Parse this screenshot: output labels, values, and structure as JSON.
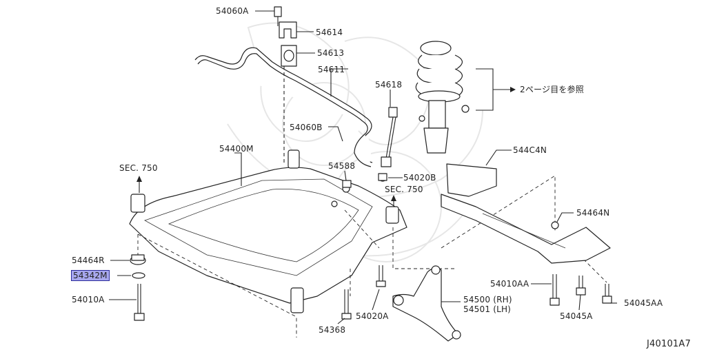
{
  "diagram": {
    "callouts": [
      {
        "id": "54060A",
        "text": "54060A",
        "highlighted": false
      },
      {
        "id": "54614",
        "text": "54614",
        "highlighted": false
      },
      {
        "id": "54613",
        "text": "54613",
        "highlighted": false
      },
      {
        "id": "54611",
        "text": "54611",
        "highlighted": false
      },
      {
        "id": "54618",
        "text": "54618",
        "highlighted": false
      },
      {
        "id": "ref_note",
        "text": "2ページ目を参照",
        "highlighted": false
      },
      {
        "id": "54060B",
        "text": "54060B",
        "highlighted": false
      },
      {
        "id": "54400M",
        "text": "54400M",
        "highlighted": false
      },
      {
        "id": "SEC750_left",
        "text": "SEC. 750",
        "highlighted": false
      },
      {
        "id": "54588",
        "text": "54588",
        "highlighted": false
      },
      {
        "id": "54020B",
        "text": "54020B",
        "highlighted": false
      },
      {
        "id": "SEC750_mid",
        "text": "SEC. 750",
        "highlighted": false
      },
      {
        "id": "544C4N",
        "text": "544C4N",
        "highlighted": false
      },
      {
        "id": "54464N",
        "text": "54464N",
        "highlighted": false
      },
      {
        "id": "54464R",
        "text": "54464R",
        "highlighted": false
      },
      {
        "id": "54342M",
        "text": "54342M",
        "highlighted": true
      },
      {
        "id": "54010A",
        "text": "54010A",
        "highlighted": false
      },
      {
        "id": "54010AA",
        "text": "54010AA",
        "highlighted": false
      },
      {
        "id": "54500RH",
        "text": "54500 (RH)",
        "highlighted": false
      },
      {
        "id": "54501LH",
        "text": "54501 (LH)",
        "highlighted": false
      },
      {
        "id": "54045AA",
        "text": "54045AA",
        "highlighted": false
      },
      {
        "id": "54045A",
        "text": "54045A",
        "highlighted": false
      },
      {
        "id": "54020A",
        "text": "54020A",
        "highlighted": false
      },
      {
        "id": "54368",
        "text": "54368",
        "highlighted": false
      }
    ],
    "figure_code": "J40101A7",
    "colors": {
      "line": "#222222",
      "highlight_fill": "#a8a8ee",
      "highlight_border": "#2a2a9a",
      "watermark": "#e6e6e6"
    }
  }
}
